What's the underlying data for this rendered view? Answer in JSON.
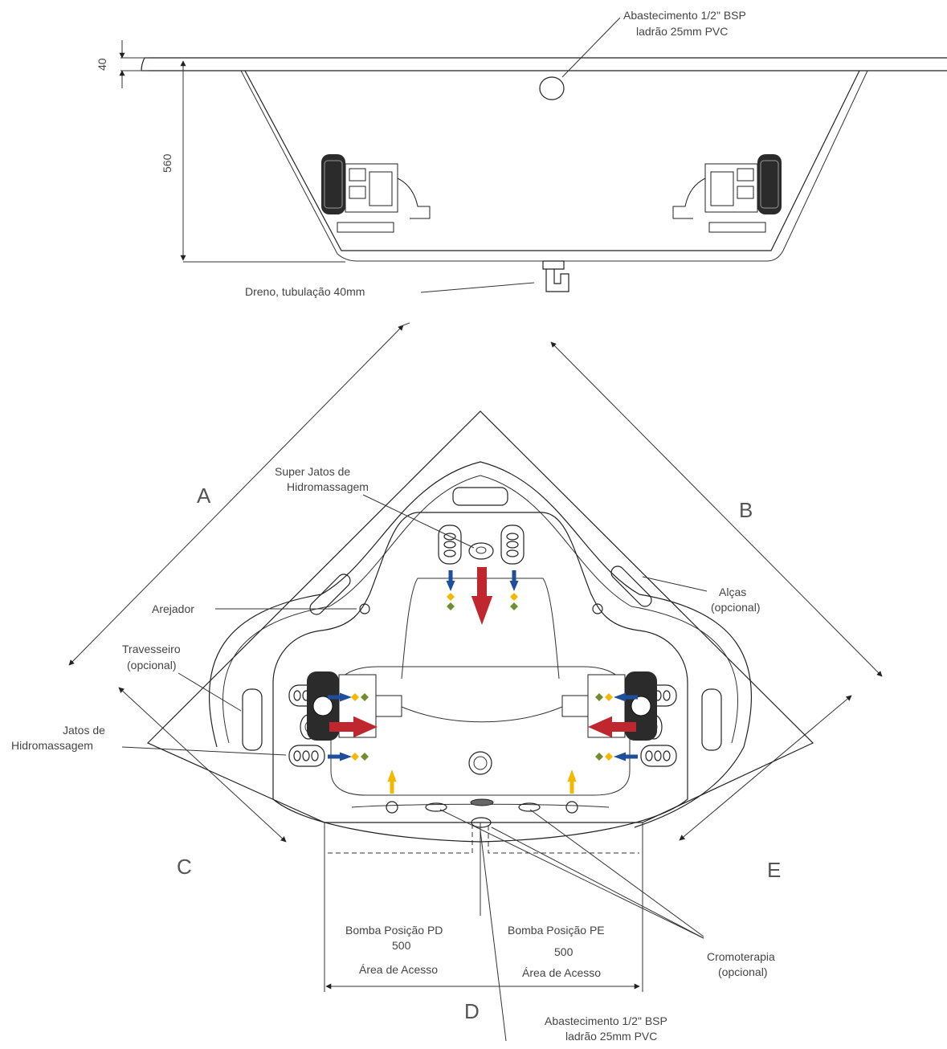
{
  "side_view": {
    "supply_label_line1": "Abastecimento 1/2\" BSP",
    "supply_label_line2": "ladrão 25mm PVC",
    "dim_rim": "40",
    "dim_depth": "560",
    "drain_label": "Dreno, tubulação 40mm"
  },
  "top_view": {
    "dim_a": "A",
    "dim_b": "B",
    "dim_c": "C",
    "dim_d": "D",
    "dim_e": "E",
    "super_jets_line1": "Super Jatos de",
    "super_jets_line2": "Hidromassagem",
    "aerator": "Arejador",
    "handles_line1": "Alças",
    "handles_line2": "(opcional)",
    "pillow_line1": "Travesseiro",
    "pillow_line2": "(opcional)",
    "jets_line1": "Jatos de",
    "jets_line2": "Hidromassagem",
    "pump_pd": "Bomba Posição PD",
    "pump_pd_size": "500",
    "access_pd": "Área de Acesso",
    "pump_pe": "Bomba Posição PE",
    "pump_pe_size": "500",
    "access_pe": "Área de Acesso",
    "chromo_line1": "Cromoterapia",
    "chromo_line2": "(opcional)",
    "supply_label_line1": "Abastecimento 1/2\" BSP",
    "supply_label_line2": "ladrão 25mm PVC"
  },
  "colors": {
    "jet_blue": "#1f4e9c",
    "jet_yellow": "#f5b800",
    "jet_green": "#6f8f2e",
    "jet_red": "#c0262d"
  }
}
